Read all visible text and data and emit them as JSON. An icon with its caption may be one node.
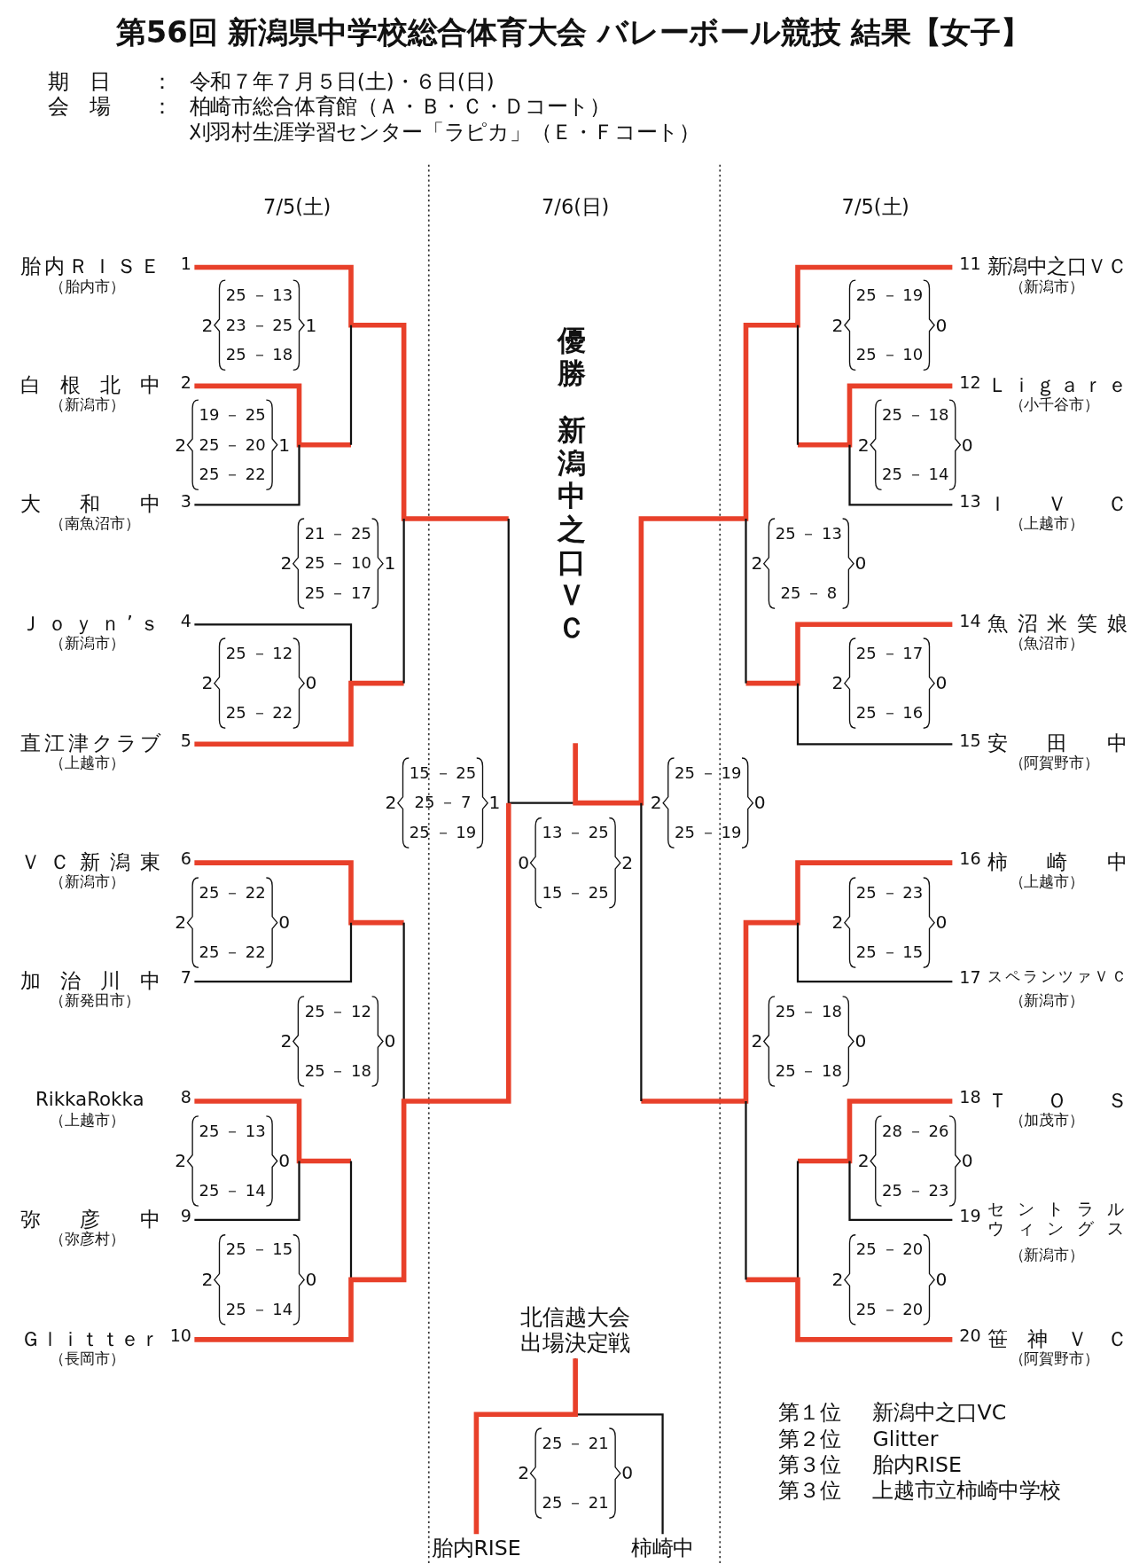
{
  "diagram": {
    "title": "第56回 新潟県中学校総合体育大会 バレーボール競技 結果【女子】",
    "nodes": [
      {
        "text": [
          "胎内ＲＩＳＥ",
          "（胎内市）"
        ],
        "beside": [
          "1"
        ]
      },
      {
        "text": [
          "白根北中",
          "（新潟市）"
        ],
        "beside": [
          "2"
        ]
      },
      {
        "text": [
          "大和中",
          "（南魚沼市）"
        ],
        "beside": [
          "3"
        ]
      },
      {
        "text": [
          "Ｊｏｙｎ’ｓ",
          "（新潟市）"
        ],
        "beside": [
          "4"
        ]
      },
      {
        "text": [
          "直江津クラブ",
          "（上越市）"
        ],
        "beside": [
          "5"
        ]
      },
      {
        "text": [
          "ＶＣ新潟東",
          "（新潟市）"
        ],
        "beside": [
          "6"
        ]
      },
      {
        "text": [
          "加治川中",
          "（新発田市）"
        ],
        "beside": [
          "7"
        ]
      },
      {
        "text": [
          "RikkaRokka",
          "（上越市）"
        ],
        "beside": [
          "8"
        ]
      },
      {
        "text": [
          "弥彦中",
          "（弥彦村）"
        ],
        "beside": [
          "9"
        ]
      },
      {
        "text": [
          "Ｇｌｉｔｔｅｒ",
          "（長岡市）"
        ],
        "beside": [
          "10"
        ]
      },
      {
        "text": [
          "新潟中之口ＶＣ",
          "（新潟市）"
        ],
        "beside": [
          "11"
        ]
      },
      {
        "text": [
          "Ｌｉｇａｒｅ",
          "（小千谷市）"
        ],
        "beside": [
          "12"
        ]
      },
      {
        "text": [
          "ＩＶＣ",
          "（上越市）"
        ],
        "beside": [
          "13"
        ]
      },
      {
        "text": [
          "魚沼米笑娘",
          "（魚沼市）"
        ],
        "beside": [
          "14"
        ]
      },
      {
        "text": [
          "安田中",
          "（阿賀野市）"
        ],
        "beside": [
          "15"
        ]
      },
      {
        "text": [
          "柿崎中",
          "（上越市）"
        ],
        "beside": [
          "16"
        ]
      },
      {
        "text": [
          "スペランツァＶＣ",
          "（新潟市）"
        ],
        "beside": [
          "17"
        ]
      },
      {
        "text": [
          "ＴＯＳ",
          "（加茂市）"
        ],
        "beside": [
          "18"
        ]
      },
      {
        "text": [
          "セントラルウィングス",
          "（新潟市）"
        ],
        "beside": [
          "19"
        ]
      },
      {
        "text": [
          "笹神ＶＣ",
          "（阿賀野市）"
        ],
        "beside": [
          "20"
        ]
      },
      {
        "text": [
          "優勝",
          "新潟中之口ＶＣ"
        ]
      },
      {
        "text": [
          "北信越大会出場決定戦"
        ]
      },
      {
        "text": [
          "胎内RISE"
        ]
      },
      {
        "text": [
          "柿崎中"
        ]
      }
    ],
    "edges": [
      {
        "from": 22,
        "to": 21,
        "arrow": "none",
        "style": "thick",
        "color": "#e8402a"
      },
      {
        "from": 23,
        "to": 21,
        "arrow": "none",
        "color": "#111111"
      }
    ],
    "labels": [
      "期　日",
      "：",
      "令和７年７月５日(土)・６日(日)",
      "会　場",
      "：",
      "柏崎市総合体育館（Ａ・Ｂ・Ｃ・Ｄコート）",
      "刈羽村生涯学習センター「ラピカ」（Ｅ・Ｆコート）",
      "7/5(土)",
      "7/6(日)",
      "7/5(土)",
      "2",
      "25 － 13",
      "23 － 25",
      "25 － 18",
      "1",
      "2",
      "25 － 19",
      "25 － 10",
      "0",
      "2",
      "19 － 25",
      "25 － 20",
      "25 － 22",
      "1",
      "2",
      "25 － 18",
      "25 － 14",
      "0",
      "2",
      "21 － 25",
      "25 － 10",
      "25 － 17",
      "1",
      "2",
      "25 － 13",
      "25 － 8",
      "0",
      "2",
      "25 － 12",
      "25 － 22",
      "0",
      "2",
      "25 － 17",
      "25 － 16",
      "0",
      "2",
      "15 － 25",
      "25 － 7",
      "25 － 19",
      "1",
      "2",
      "25 － 19",
      "25 － 19",
      "0",
      "0",
      "13 － 25",
      "15 － 25",
      "2",
      "2",
      "25 － 22",
      "25 － 22",
      "0",
      "2",
      "25 － 23",
      "25 － 15",
      "0",
      "2",
      "25 － 12",
      "25 － 18",
      "0",
      "2",
      "25 － 18",
      "25 － 18",
      "0",
      "2",
      "25 － 13",
      "25 － 14",
      "0",
      "2",
      "28 － 26",
      "25 － 23",
      "0",
      "2",
      "25 － 15",
      "25 － 14",
      "0",
      "2",
      "25 － 20",
      "25 － 20",
      "0",
      "2",
      "25 － 21",
      "25 － 21",
      "0",
      "第１位",
      "新潟中之口VC",
      "第２位",
      "Glitter",
      "第３位",
      "胎内RISE",
      "第３位",
      "上越市立柿崎中学校"
    ]
  }
}
